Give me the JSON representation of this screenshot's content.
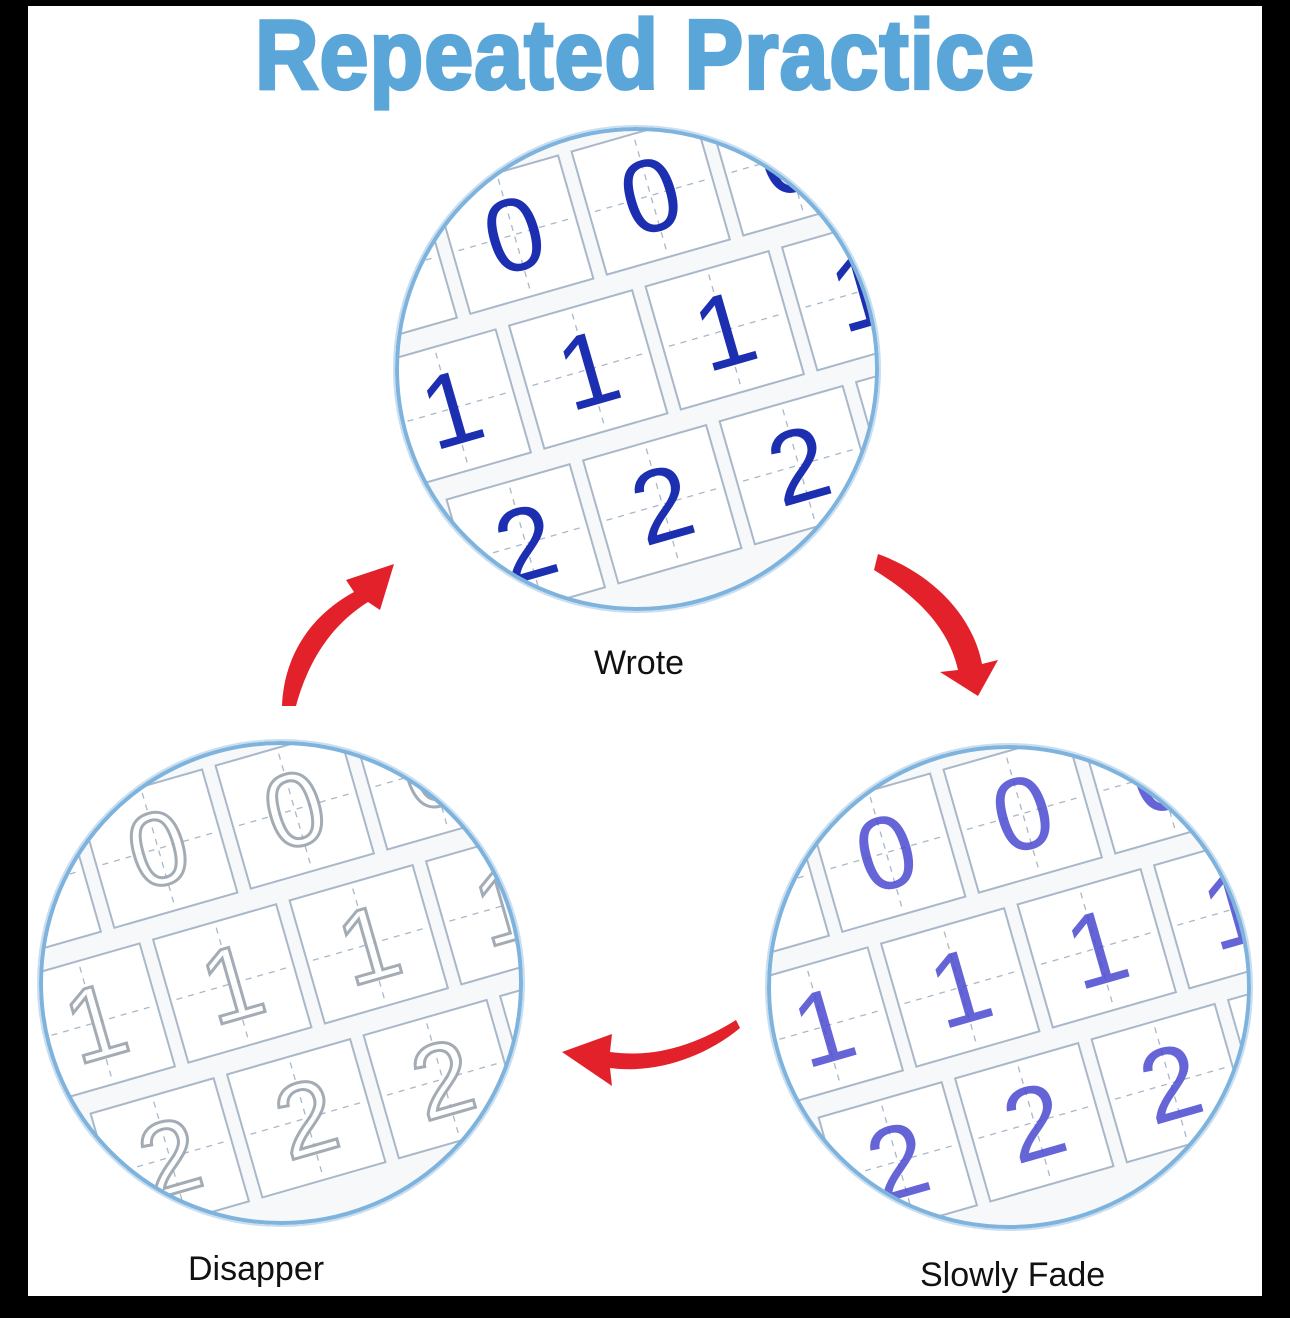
{
  "title": "Repeated Practice",
  "colors": {
    "title": "#5ba6d8",
    "arrow": "#e3212a",
    "circle_border": "#7db3dc",
    "grid_line": "#a8b8c8",
    "paper": "#f7f8fa"
  },
  "digit_rows": [
    [
      "0",
      "0",
      "0"
    ],
    [
      "1",
      "1",
      "1"
    ],
    [
      "2",
      "2",
      "2"
    ]
  ],
  "stages": [
    {
      "key": "wrote",
      "label": "Wrote",
      "ink_color": "#1b2fb0",
      "ink_opacity": 1
    },
    {
      "key": "fade",
      "label": "Slowly Fade",
      "ink_color": "#4a4ad0",
      "ink_opacity": 0.85
    },
    {
      "key": "disappear",
      "label": "Disapper",
      "ink_color": "#9aa3ad",
      "ink_opacity": 0.9
    }
  ],
  "arrows": [
    {
      "from": "wrote",
      "to": "fade",
      "icon": "curved-arrow-icon"
    },
    {
      "from": "fade",
      "to": "disappear",
      "icon": "curved-arrow-icon"
    },
    {
      "from": "disappear",
      "to": "wrote",
      "icon": "curved-arrow-icon"
    }
  ]
}
